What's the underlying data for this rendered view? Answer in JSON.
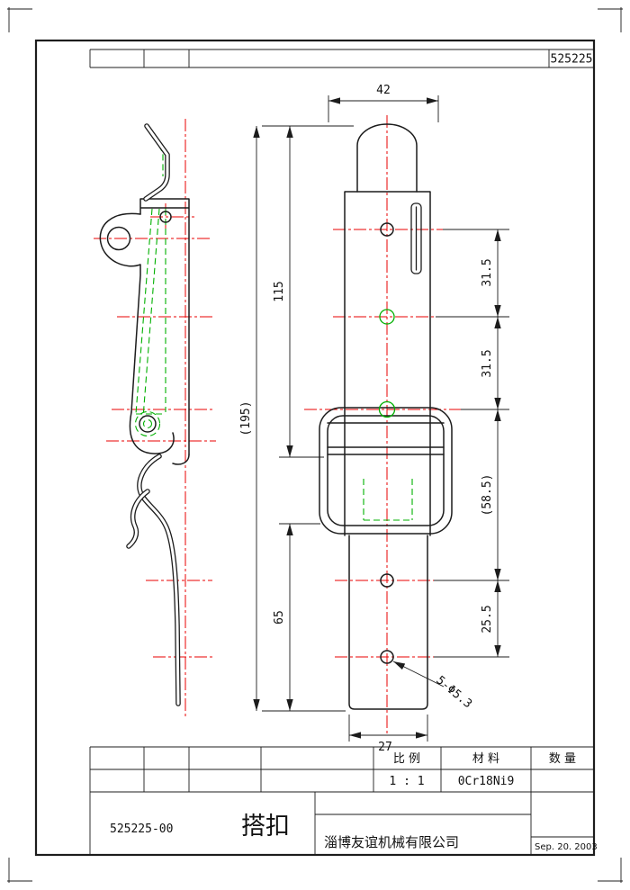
{
  "top_strip": {
    "drawing_code": "525225"
  },
  "dimensions": {
    "top_width": "42",
    "upper_height": "115",
    "overall_height": "(195)",
    "lower_height": "65",
    "hole_pitch_1": "31.5",
    "hole_pitch_2": "31.5",
    "hole_pitch_3": "(58.5)",
    "hole_pitch_4": "25.5",
    "bottom_width": "27",
    "hole_callout": "5-Φ5.3"
  },
  "title_block": {
    "scale_label": "比  例",
    "material_label": "材  料",
    "quantity_label": "数 量",
    "scale_value": "1 : 1",
    "material_value": "0Cr18Ni9",
    "quantity_value": "",
    "part_number": "525225-00",
    "part_name": "搭扣",
    "company": "淄博友谊机械有限公司",
    "date": "Sep. 20. 2003"
  },
  "colors": {
    "object_line": "#1c1c1c",
    "centerline": "#e80000",
    "hidden_line": "#00b000",
    "paper": "#ffffff"
  }
}
